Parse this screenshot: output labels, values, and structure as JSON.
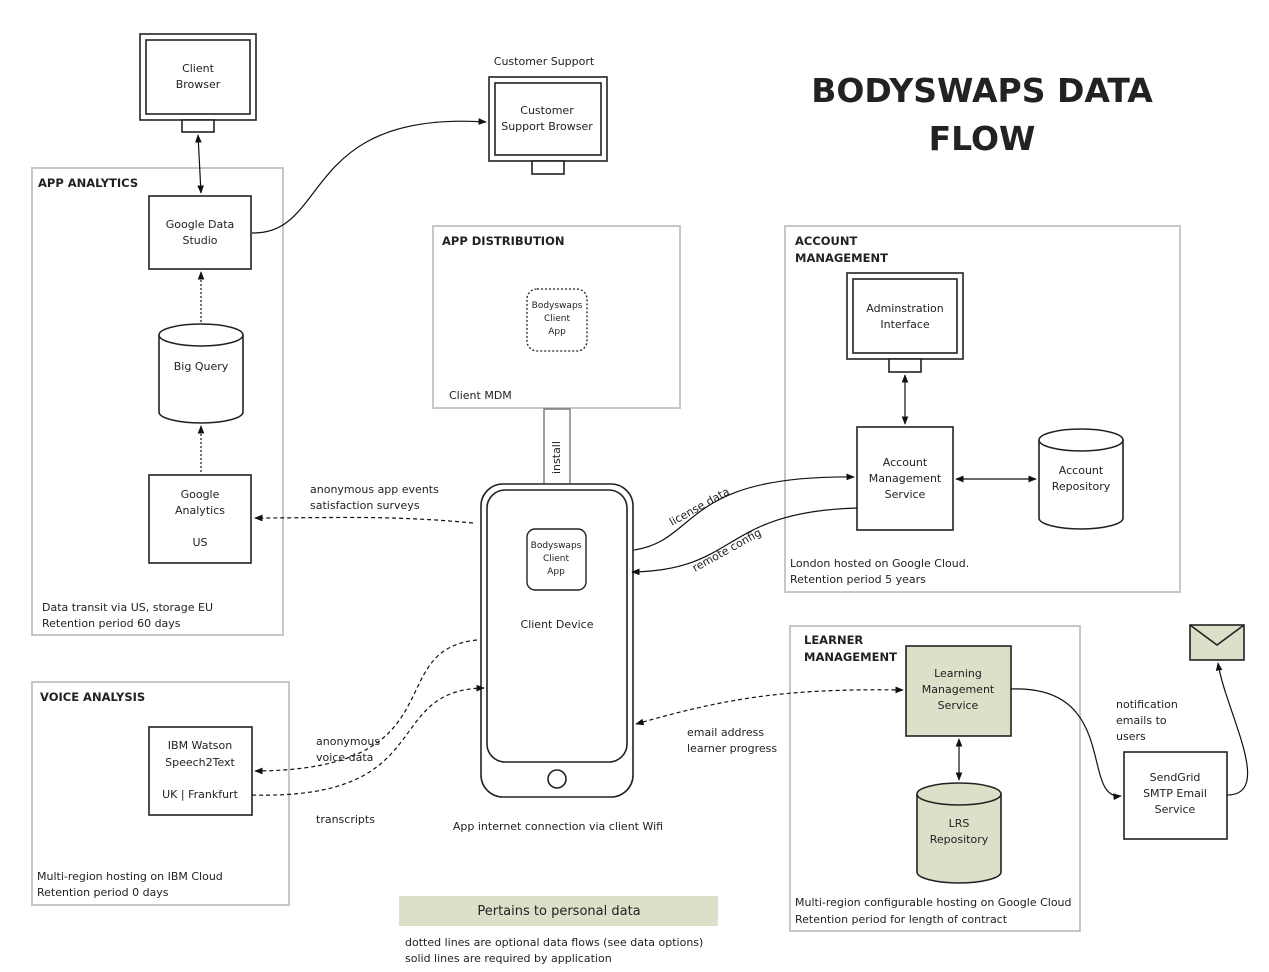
{
  "title_line1": "BODYSWAPS DATA",
  "title_line2": "FLOW",
  "client_browser": [
    "Client",
    "Browser"
  ],
  "customer_support_heading": "Customer Support",
  "customer_support_browser": [
    "Customer",
    "Support Browser"
  ],
  "sections": {
    "app_analytics": {
      "heading": "APP ANALYTICS",
      "google_data_studio": [
        "Google Data",
        "Studio"
      ],
      "big_query": "Big Query",
      "google_analytics": [
        "Google",
        "Analytics",
        "US"
      ],
      "footer": [
        "Data transit via US, storage EU",
        "Retention period 60 days"
      ]
    },
    "app_distribution": {
      "heading": "APP DISTRIBUTION",
      "client_app": [
        "Bodyswaps",
        "Client",
        "App"
      ],
      "footer": "Client MDM"
    },
    "account_management": {
      "heading": [
        "ACCOUNT",
        "MANAGEMENT"
      ],
      "admin_interface": [
        "Adminstration",
        "Interface"
      ],
      "account_service": [
        "Account",
        "Management",
        "Service"
      ],
      "account_repository": [
        "Account",
        "Repository"
      ],
      "footer": [
        "London hosted on Google Cloud.",
        "Retention period 5 years"
      ]
    },
    "voice_analysis": {
      "heading": "VOICE ANALYSIS",
      "ibm_watson": [
        "IBM Watson",
        "Speech2Text",
        "UK | Frankfurt"
      ],
      "footer": [
        "Multi-region hosting on IBM Cloud",
        "Retention period 0 days"
      ]
    },
    "learner_management": {
      "heading": [
        "LEARNER",
        "MANAGEMENT"
      ],
      "learning_service": [
        "Learning",
        "Management",
        "Service"
      ],
      "lrs_repository": [
        "LRS",
        "Repository"
      ],
      "footer": [
        "Multi-region configurable hosting on Google Cloud",
        "Retention period for length of contract"
      ]
    }
  },
  "device": {
    "app": [
      "Bodyswaps",
      "Client",
      "App"
    ],
    "label": "Client Device",
    "connection": "App internet connection via client Wifi",
    "install": "install"
  },
  "sendgrid": [
    "SendGrid",
    "SMTP Email",
    "Service"
  ],
  "flow_labels": {
    "analytics": [
      "anonymous app events",
      "satisfaction surveys"
    ],
    "license": "license data",
    "remote": "remote config",
    "voice": [
      "anonymous",
      "voice data"
    ],
    "transcripts": "transcripts",
    "learner": [
      "email address",
      "learner progress"
    ],
    "notification": [
      "notification",
      "emails to",
      "users"
    ]
  },
  "legend": {
    "personal_data": "Pertains to personal data",
    "notes": [
      "dotted lines are optional data flows (see data options)",
      "solid lines are required by application"
    ]
  },
  "colors": {
    "personal_data_fill": "#dce0c9",
    "group_border": "#c7c7c7",
    "line": "#111111"
  }
}
